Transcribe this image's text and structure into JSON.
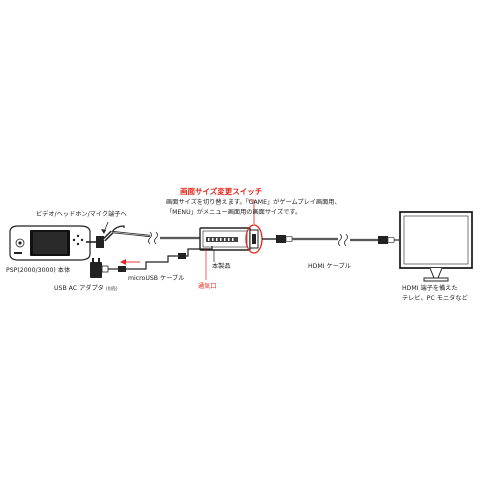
{
  "switch_title": "画面サイズ変更スイッチ",
  "switch_desc_1": "画面サイズを切り替えます。「GAME」がゲームプレイ画面用、",
  "switch_desc_2": "「MENU」がメニュー画面用の画面サイズです。",
  "video_port": "ビデオ/ヘッドホン/マイク端子へ",
  "psp_label": "PSP(2000/3000) 本体",
  "product_label": "本製品",
  "vent_label": "通気口",
  "hdmi_cable": "HDMI ケーブル",
  "usb_cable": "microUSB ケーブル",
  "usb_adapter": "USB AC アダプタ",
  "usb_adapter_note": "(別売)",
  "tv_label_1": "HDMI 端子を備えた",
  "tv_label_2": "テレビ、PC モニタなど",
  "colors": {
    "accent": "#e0261a",
    "line": "#222222"
  }
}
